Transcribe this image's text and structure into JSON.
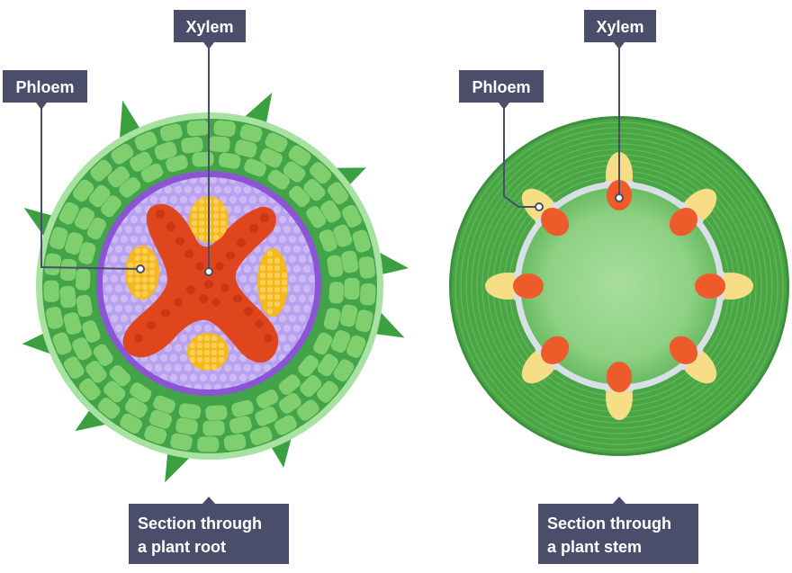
{
  "root_panel": {
    "labels": {
      "xylem": "Xylem",
      "phloem": "Phloem",
      "caption_line1": "Section through",
      "caption_line2": "a plant root"
    }
  },
  "stem_panel": {
    "labels": {
      "xylem": "Xylem",
      "phloem": "Phloem",
      "caption_line1": "Section through",
      "caption_line2": "a plant stem"
    }
  },
  "colors": {
    "label_bg": "#4a4e6a",
    "cortex_green": "#43a348",
    "cortex_cell": "#7fcf6f",
    "epidermis": "#a8e2a0",
    "root_hair": "#3aa040",
    "stele_purple": "#8b55d6",
    "stele_lavender": "#b8a1ee",
    "xylem_red": "#e0461d",
    "phloem_yellow": "#f6b81f",
    "stem_green": "#4aa645",
    "stem_pith": "#a5dc9e",
    "stem_ring": "#d9dfe7",
    "stem_phloem": "#f7de86",
    "stem_xylem": "#ee5b2a"
  }
}
